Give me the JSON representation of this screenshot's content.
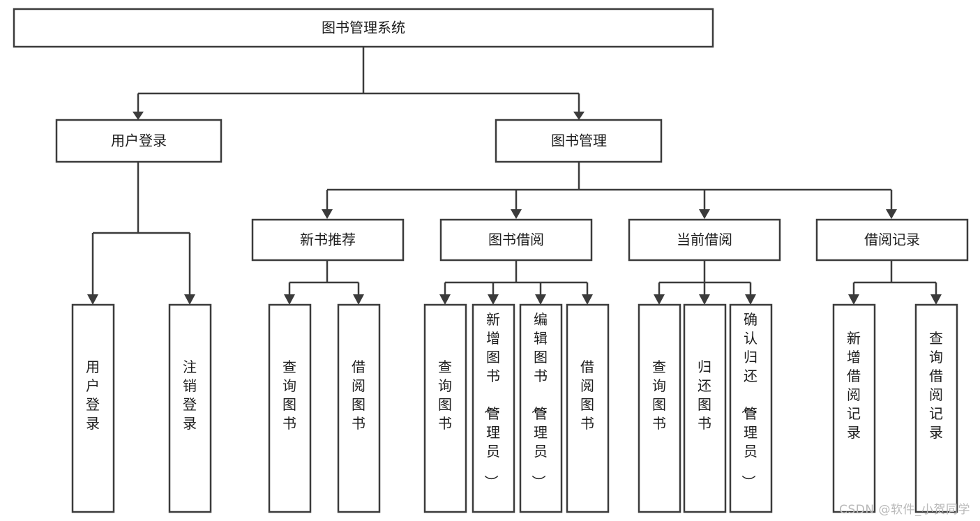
{
  "diagram": {
    "title": "图书管理系统",
    "type": "tree-hierarchy",
    "root": {
      "id": "root",
      "label": "图书管理系统"
    },
    "level2": [
      {
        "id": "user-login",
        "label": "用户登录"
      },
      {
        "id": "book-manage",
        "label": "图书管理"
      }
    ],
    "level3": [
      {
        "id": "new-book-recommend",
        "label": "新书推荐",
        "parent": "book-manage"
      },
      {
        "id": "book-borrow",
        "label": "图书借阅",
        "parent": "book-manage"
      },
      {
        "id": "current-borrow",
        "label": "当前借阅",
        "parent": "book-manage"
      },
      {
        "id": "borrow-record",
        "label": "借阅记录",
        "parent": "book-manage"
      }
    ],
    "leaves": {
      "user-login": [
        {
          "id": "leaf-user-login",
          "label": "用户登录"
        },
        {
          "id": "leaf-user-logout",
          "label": "注销登录"
        }
      ],
      "new-book-recommend": [
        {
          "id": "leaf-query-book-1",
          "label": "查询图书"
        },
        {
          "id": "leaf-borrow-book-1",
          "label": "借阅图书"
        }
      ],
      "book-borrow": [
        {
          "id": "leaf-query-book-2",
          "label": "查询图书"
        },
        {
          "id": "leaf-add-book",
          "label": "新增图书（管理员）"
        },
        {
          "id": "leaf-edit-book",
          "label": "编辑图书（管理员）"
        },
        {
          "id": "leaf-borrow-book-2",
          "label": "借阅图书"
        }
      ],
      "current-borrow": [
        {
          "id": "leaf-query-book-3",
          "label": "查询图书"
        },
        {
          "id": "leaf-return-book",
          "label": "归还图书"
        },
        {
          "id": "leaf-confirm-return",
          "label": "确认归还（管理员）"
        }
      ],
      "borrow-record": [
        {
          "id": "leaf-add-record",
          "label": "新增借阅记录"
        },
        {
          "id": "leaf-query-record",
          "label": "查询借阅记录"
        }
      ]
    }
  },
  "watermark": {
    "text": "CSDN @软件_小贺同学"
  },
  "colors": {
    "stroke": "#3b3b3b",
    "fill": "#ffffff",
    "text": "#1d1d1d",
    "watermark": "#b9b9b9"
  }
}
